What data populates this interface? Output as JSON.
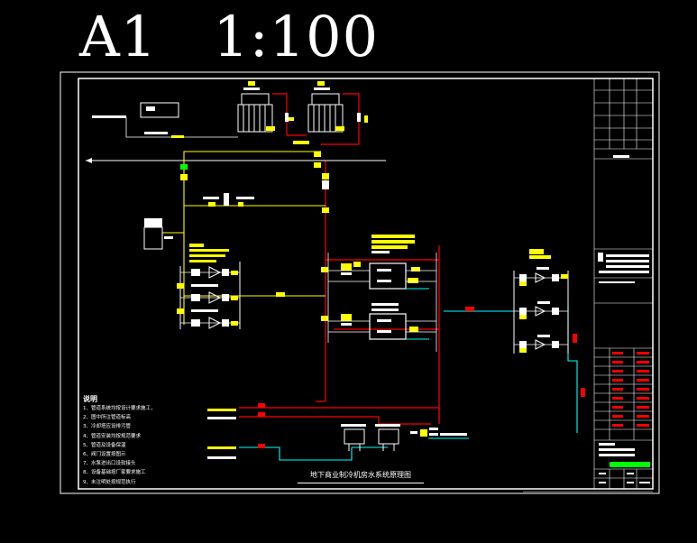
{
  "sheet": {
    "scale_title": "A1   1:100",
    "drawing_title": "地下商业制冷机房水系统原理图",
    "notes_heading": "说明",
    "note_items": [
      "管道系统均按设计要求施工，",
      "图中所注管道标高",
      "冷却塔应设排污管",
      "管道安装均按规范要求",
      "管道及设备保温",
      "阀门设置按图示",
      "水泵进出口设软接头",
      "设备基础按厂家要求施工",
      "未注明处按规范执行"
    ],
    "note_numbers": [
      "1、",
      "2、",
      "3、",
      "4、",
      "5、",
      "6、",
      "7、",
      "8、",
      "9、"
    ]
  },
  "colors": {
    "background": "#000000",
    "frame": "#ffffff",
    "yellow": "#ffff00",
    "red": "#ff0000",
    "cyan": "#00ffff",
    "green": "#00ff00"
  }
}
